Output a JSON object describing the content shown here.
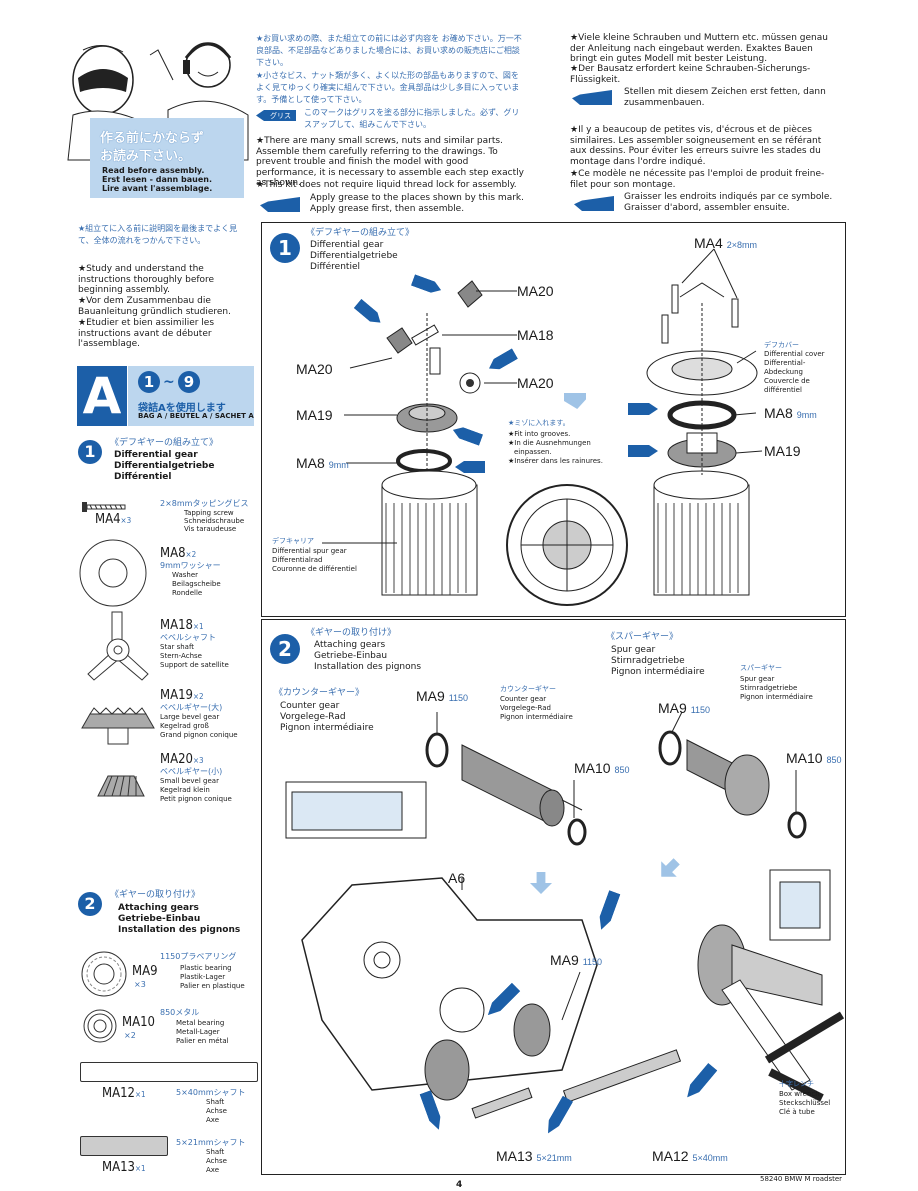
{
  "intro": {
    "jp_title": "作る前にかならず お読み下さい。",
    "en": "Read before assembly.",
    "de": "Erst lesen - dann bauen.",
    "fr": "Lire avant l'assemblage."
  },
  "notes_jp": [
    "★お買い求めの際、また組立ての前には必ず内容を お確め下さい。万一不良部品、不足部品などありました場合には、お買い求めの販売店にご相談下さい。",
    "★小さなビス、ナット類が多く、よく以た形の部品もありますので、図をよく見てゆっくり確実に組んで下さい。金具部品は少し多目に入っています。予備として使って下さい。",
    "このマークはグリスを塗る部分に指示しました。必ず、グリスアップして、組みこんで下さい。"
  ],
  "grease_tag": "グリス",
  "notes_en": [
    "★There are many small screws, nuts and similar parts. Assemble them carefully referring to the drawings. To prevent trouble and finish the model with good performance, it is necessary to assemble each step exactly as shown.",
    "★This kit does not require liquid thread lock for assembly.",
    "Apply grease to the places shown by this mark.",
    "Apply grease first, then assemble."
  ],
  "notes_de": [
    "★Viele kleine Schrauben und Muttern etc. müssen genau der Anleitung nach eingebaut werden. Exaktes Bauen bringt ein gutes Modell mit bester Leistung.",
    "★Der Bausatz erfordert keine Schrauben-Sicherungs-Flüssigkeit.",
    "Stellen mit diesem Zeichen erst fetten, dann zusammenbauen."
  ],
  "notes_fr": [
    "★Il y a beaucoup de petites vis, d'écrous et de pièces similaires. Les assembler soigneusement en se référant aux dessins. Pour éviter les erreurs suivre les stades du montage dans l'ordre indiqué.",
    "★Ce modèle ne nécessite pas l'emploi de produit freine-filet pour son montage.",
    "Graisser les endroits indiqués par ce symbole.",
    "Graisser d'abord, assembler ensuite."
  ],
  "study": [
    "★組立てに入る前に説明図を最後までよく見て、全体の流れをつかんで下さい。",
    "★Study and understand the instructions thoroughly before beginning assembly.",
    "★Vor dem Zusammenbau die Bauanleitung gründlich studieren.",
    "★Etudier et bien assimilier les instructions avant de débuter l'assemblage."
  ],
  "bag": {
    "letter": "A",
    "range_from": "1",
    "range_sep": "~",
    "range_to": "9",
    "jp": "袋詰Aを使用します",
    "langs": "BAG A / BEUTEL A / SACHET A"
  },
  "parts_step1": {
    "num": "1",
    "jp": "《デフギヤーの組み立て》",
    "en": "Differential gear",
    "de": "Differentialgetriebe",
    "fr": "Différentiel",
    "items": [
      {
        "id": "MA4",
        "qty": "×3",
        "jp": "2×8mmタッピングビス",
        "l1": "Tapping screw",
        "l2": "Schneidschraube",
        "l3": "Vis taraudeuse"
      },
      {
        "id": "MA8",
        "qty": "×2",
        "jp": "9mmワッシャー",
        "l1": "Washer",
        "l2": "Beilagscheibe",
        "l3": "Rondelle"
      },
      {
        "id": "MA18",
        "qty": "×1",
        "jp": "ベベルシャフト",
        "l1": "Star shaft",
        "l2": "Stern-Achse",
        "l3": "Support de satellite"
      },
      {
        "id": "MA19",
        "qty": "×2",
        "jp": "ベベルギヤー(大)",
        "l1": "Large bevel gear",
        "l2": "Kegelrad groß",
        "l3": "Grand pignon conique"
      },
      {
        "id": "MA20",
        "qty": "×3",
        "jp": "ベベルギヤー(小)",
        "l1": "Small bevel gear",
        "l2": "Kegelrad klein",
        "l3": "Petit pignon conique"
      }
    ]
  },
  "parts_step2": {
    "num": "2",
    "jp": "《ギヤーの取り付け》",
    "en": "Attaching gears",
    "de": "Getriebe-Einbau",
    "fr": "Installation des pignons",
    "items": [
      {
        "id": "MA9",
        "qty": "×3",
        "jp": "1150プラベアリング",
        "l1": "Plastic bearing",
        "l2": "Plastik-Lager",
        "l3": "Palier en plastique"
      },
      {
        "id": "MA10",
        "qty": "×2",
        "jp": "850メタル",
        "l1": "Metal bearing",
        "l2": "Metall-Lager",
        "l3": "Palier en métal"
      },
      {
        "id": "MA12",
        "qty": "×1",
        "jp": "5×40mmシャフト",
        "l1": "Shaft",
        "l2": "Achse",
        "l3": "Axe"
      },
      {
        "id": "MA13",
        "qty": "×1",
        "jp": "5×21mmシャフト",
        "l1": "Shaft",
        "l2": "Achse",
        "l3": "Axe"
      }
    ]
  },
  "step1": {
    "num": "1",
    "jp": "《デフギヤーの組み立て》",
    "en": "Differential gear",
    "de": "Differentialgetriebe",
    "fr": "Différentiel",
    "labels": {
      "ma20a": "MA20",
      "ma18": "MA18",
      "ma20b": "MA20",
      "ma20c": "MA20",
      "ma19a": "MA19",
      "ma8a": "MA8",
      "ma8a_size": "9mm",
      "ma4": "MA4",
      "ma4_size": "2×8mm",
      "ma8b": "MA8",
      "ma8b_size": "9mm",
      "ma19b": "MA19"
    },
    "cover": [
      "デフカバー",
      "Differential cover",
      "Differential-",
      "Abdeckung",
      "Couvercle de",
      "différentiel"
    ],
    "carrier": [
      "デフキャリア",
      "Differential spur gear",
      "Differentialrad",
      "Couronne de différentiel"
    ],
    "grooves": [
      "★ミゾに入れます。",
      "★Fit into grooves.",
      "★In die Ausnehmungen",
      "einpassen.",
      "★Insérer dans les rainures."
    ]
  },
  "step2": {
    "num": "2",
    "jp": "《ギヤーの取り付け》",
    "en": "Attaching gears",
    "de": "Getriebe-Einbau",
    "fr": "Installation des pignons",
    "counter_jp": "《カウンターギヤー》",
    "counter": [
      "Counter gear",
      "Vorgelege-Rad",
      "Pignon intermédiaire"
    ],
    "counter2_jp": "カウンターギヤー",
    "counter2": [
      "Counter gear",
      "Vorgelege-Rad",
      "Pignon intermédiaire"
    ],
    "spur_jp": "《スパーギヤー》",
    "spur": [
      "Spur gear",
      "Stirnradgetriebe",
      "Pignon intermédiaire"
    ],
    "spur2_jp": "スパーギヤー",
    "spur2": [
      "Spur gear",
      "Stirnradgetriebe",
      "Pignon intermédiaire"
    ],
    "labels": {
      "ma9a": "MA9",
      "ma9a_n": "1150",
      "ma10a": "MA10",
      "ma10a_n": "850",
      "ma9b": "MA9",
      "ma9b_n": "1150",
      "ma10b": "MA10",
      "ma10b_n": "850",
      "a6": "A6",
      "ma9c": "MA9",
      "ma9c_n": "1150",
      "ma13": "MA13",
      "ma13_n": "5×21mm",
      "ma12": "MA12",
      "ma12_n": "5×40mm"
    },
    "wrench": [
      "十字レンチ",
      "Box wrench",
      "Steckschlüssel",
      "Clé à tube"
    ]
  },
  "footer": {
    "code": "58240 BMW M roadster",
    "page": "4"
  }
}
